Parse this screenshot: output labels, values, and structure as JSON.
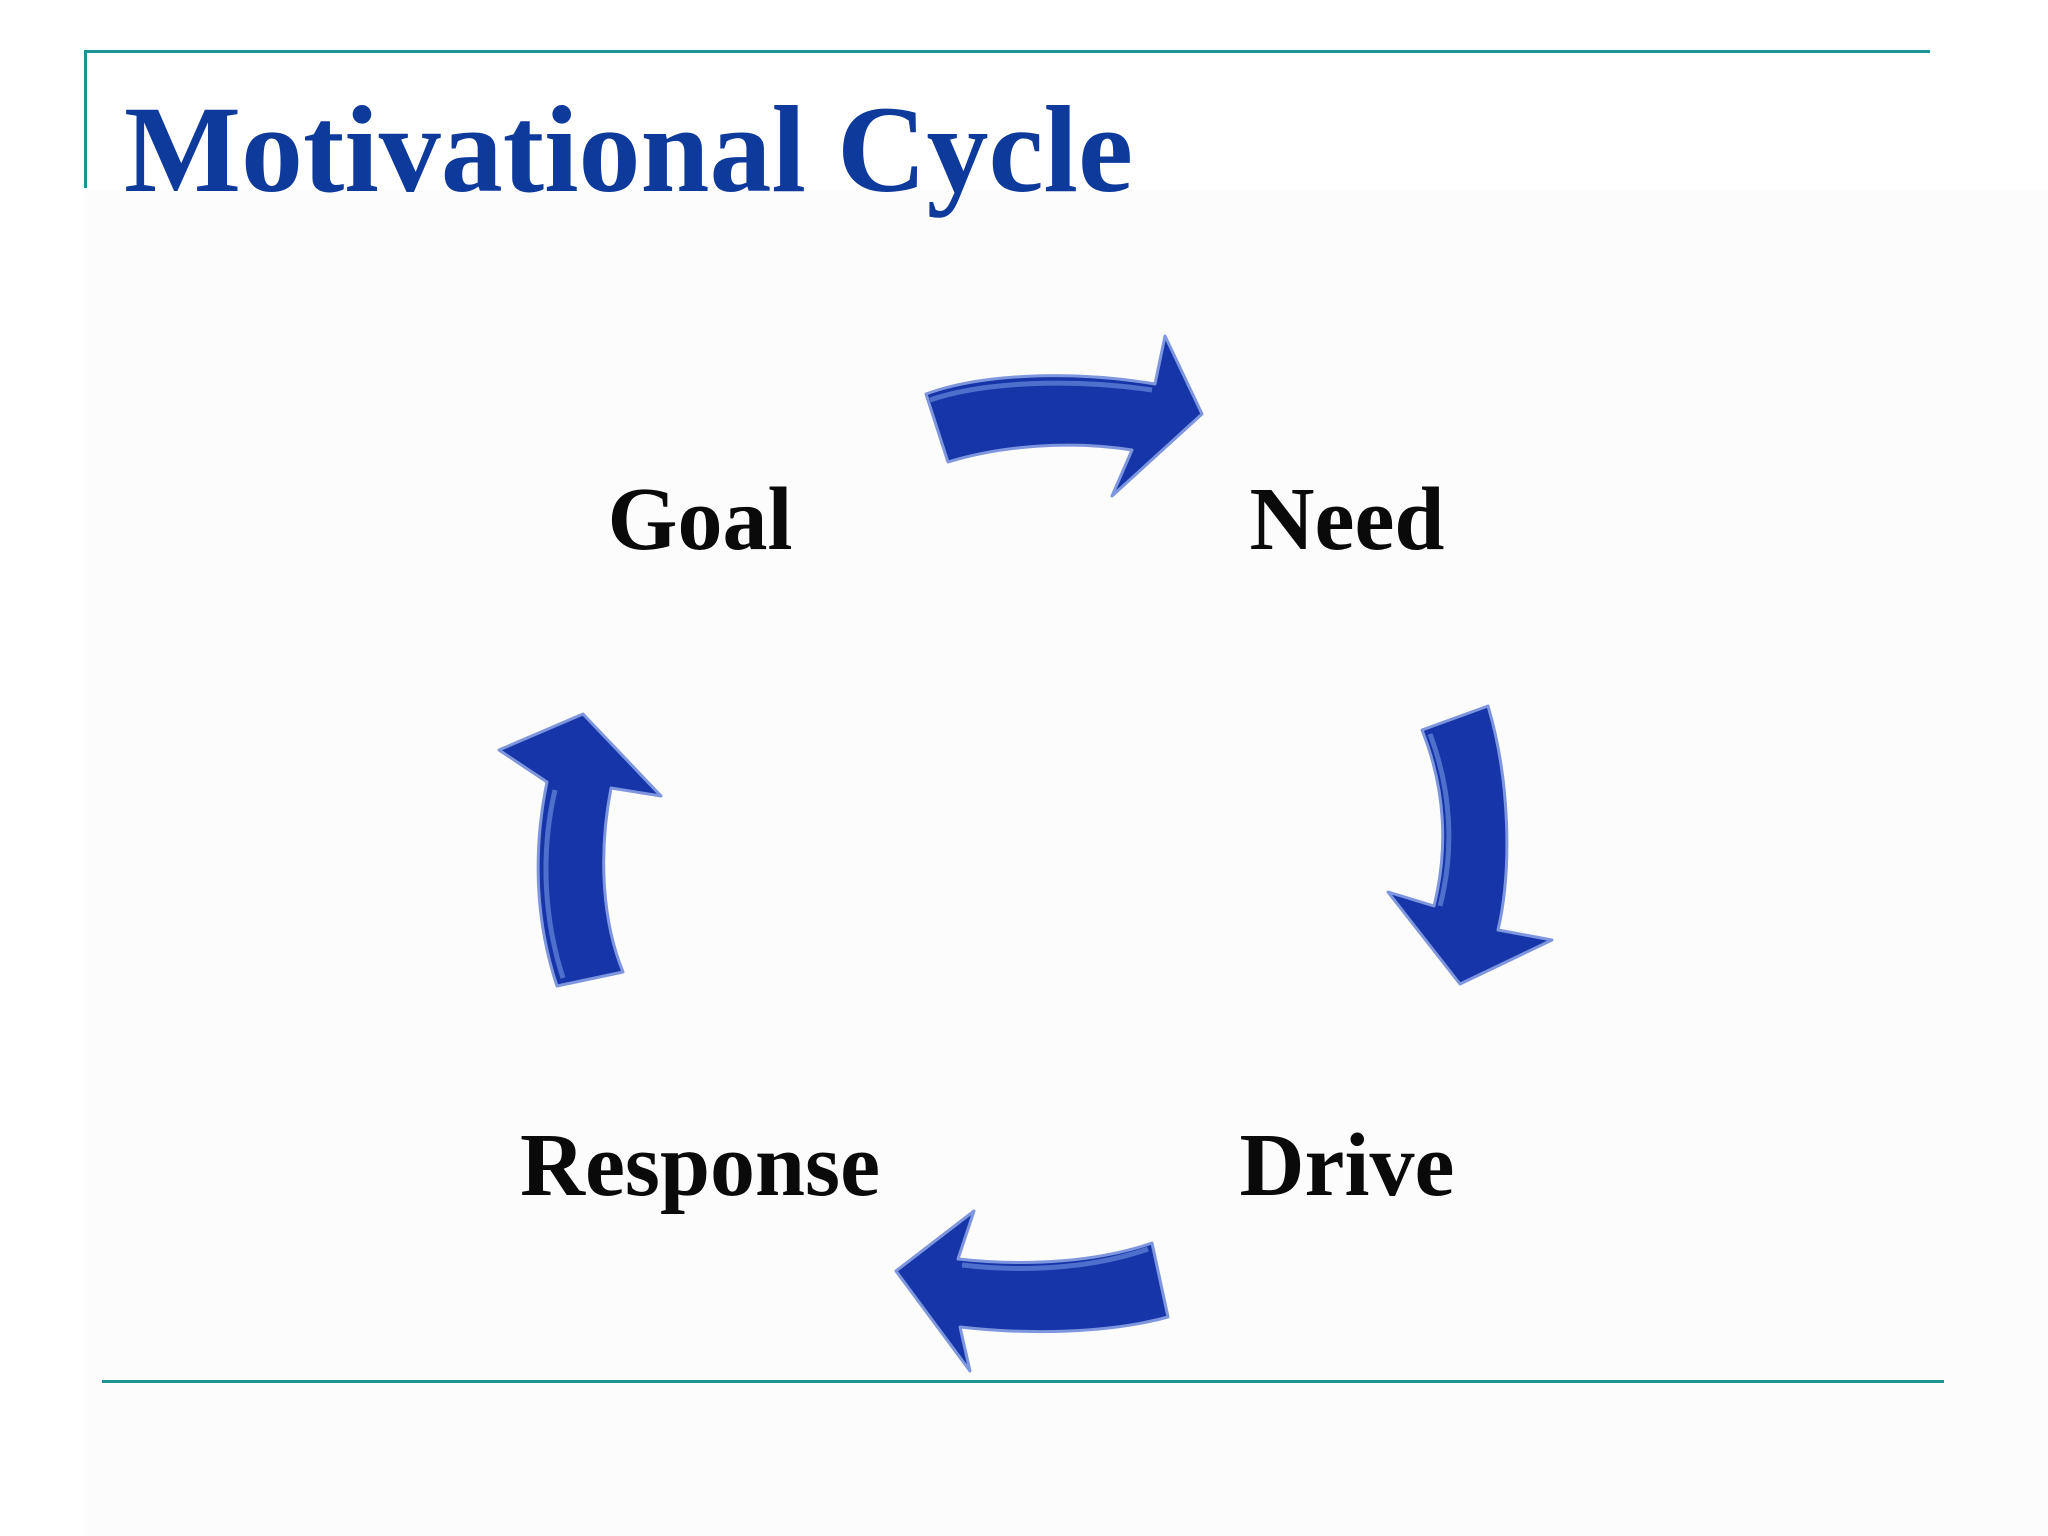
{
  "slide": {
    "title": "Motivational Cycle",
    "accent_color": "#1a9494",
    "title_color": "#0e3a9c"
  },
  "cycle": {
    "nodes": [
      {
        "id": "goal",
        "label": "Goal"
      },
      {
        "id": "need",
        "label": "Need"
      },
      {
        "id": "drive",
        "label": "Drive"
      },
      {
        "id": "response",
        "label": "Response"
      }
    ],
    "edges": [
      {
        "from": "goal",
        "to": "need"
      },
      {
        "from": "need",
        "to": "drive"
      },
      {
        "from": "drive",
        "to": "response"
      },
      {
        "from": "response",
        "to": "goal"
      }
    ],
    "arrow_icon": "curved-arrow-icon",
    "arrow_color": "#1535a8"
  }
}
